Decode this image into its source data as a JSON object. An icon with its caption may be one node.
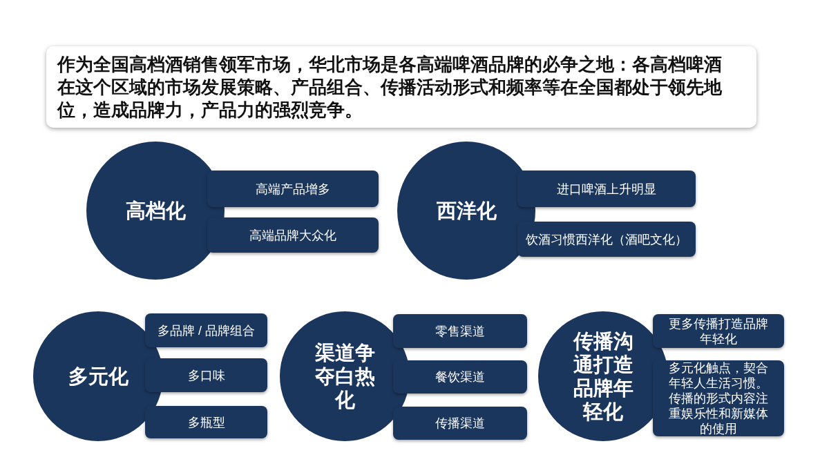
{
  "diagram": {
    "nodes": [
      {
        "text": [
          "作为全国高档酒销售领军市场，华北市场是各高端啤酒品牌的必争之地：各高档啤酒在这个区域的市场发展策略、产品组合、传播活动形式和频率等在全国都处于领先地位，造成品牌力，产品力的强烈竞争。"
        ]
      },
      {
        "text": [
          "高档化"
        ]
      },
      {
        "text": [
          "高端产品增多"
        ]
      },
      {
        "text": [
          "高端品牌大众化"
        ]
      },
      {
        "text": [
          "西洋化"
        ]
      },
      {
        "text": [
          "进口啤酒上升明显"
        ]
      },
      {
        "text": [
          "饮酒习惯西洋化（酒吧文化）"
        ]
      },
      {
        "text": [
          "多元化"
        ]
      },
      {
        "text": [
          "多品牌 / 品牌组合"
        ]
      },
      {
        "text": [
          "多口味"
        ]
      },
      {
        "text": [
          "多瓶型"
        ]
      },
      {
        "text": [
          "渠道争夺白热化"
        ]
      },
      {
        "text": [
          "零售渠道"
        ]
      },
      {
        "text": [
          "餐饮渠道"
        ]
      },
      {
        "text": [
          "传播渠道"
        ]
      },
      {
        "text": [
          "传播沟通打造品牌年轻化"
        ]
      },
      {
        "text": [
          "更多传播打造品牌年轻化"
        ]
      },
      {
        "text": [
          "多元化触点，契合年轻人生活习惯。传播的形式内容注重娱乐性和新媒体的使用"
        ]
      }
    ]
  }
}
